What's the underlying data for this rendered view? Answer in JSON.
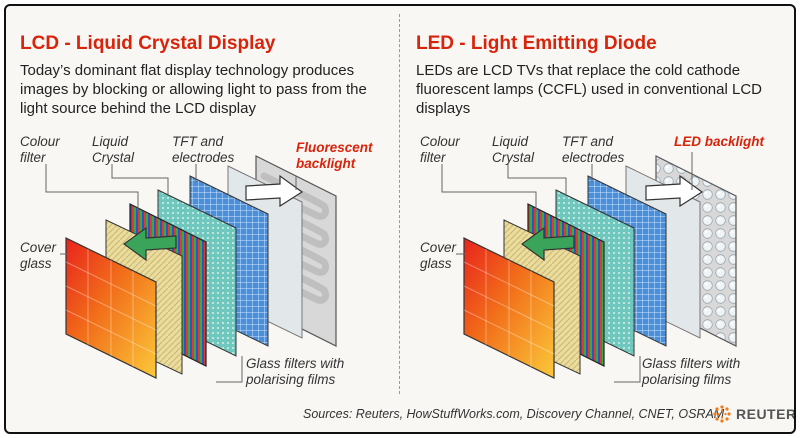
{
  "lcd": {
    "title": "LCD - Liquid Crystal Display",
    "description": "Today’s dominant flat display technology produces images by blocking or allowing light to pass from the light source behind the LCD display",
    "labels": {
      "colour_filter": [
        "Colour",
        "filter"
      ],
      "liquid_crystal": [
        "Liquid",
        "Crystal"
      ],
      "tft": [
        "TFT and",
        "electrodes"
      ],
      "backlight": [
        "Fluorescent",
        "backlight"
      ],
      "cover_glass": [
        "Cover",
        "glass"
      ],
      "glass_filters": [
        "Glass filters with",
        "polarising films"
      ]
    }
  },
  "led": {
    "title": "LED - Light Emitting Diode",
    "description": "LEDs are LCD TVs that replace the cold cathode fluorescent lamps (CCFL) used in conventional LCD displays",
    "labels": {
      "colour_filter": [
        "Colour",
        "filter"
      ],
      "liquid_crystal": [
        "Liquid",
        "Crystal"
      ],
      "tft": [
        "TFT and",
        "electrodes"
      ],
      "backlight": [
        "LED backlight"
      ],
      "cover_glass": [
        "Cover",
        "glass"
      ],
      "glass_filters": [
        "Glass filters with",
        "polarising films"
      ]
    }
  },
  "footer": {
    "sources": "Sources: Reuters, HowStuffWorks.com, Discovery Channel, CNET, OSRAM",
    "brand": "REUTERS"
  },
  "colors": {
    "title_red": "#d9240c",
    "frame": "#111111",
    "background": "#f8f7f4"
  },
  "icons": [
    "arrow-icon",
    "reuters-logo-icon"
  ]
}
